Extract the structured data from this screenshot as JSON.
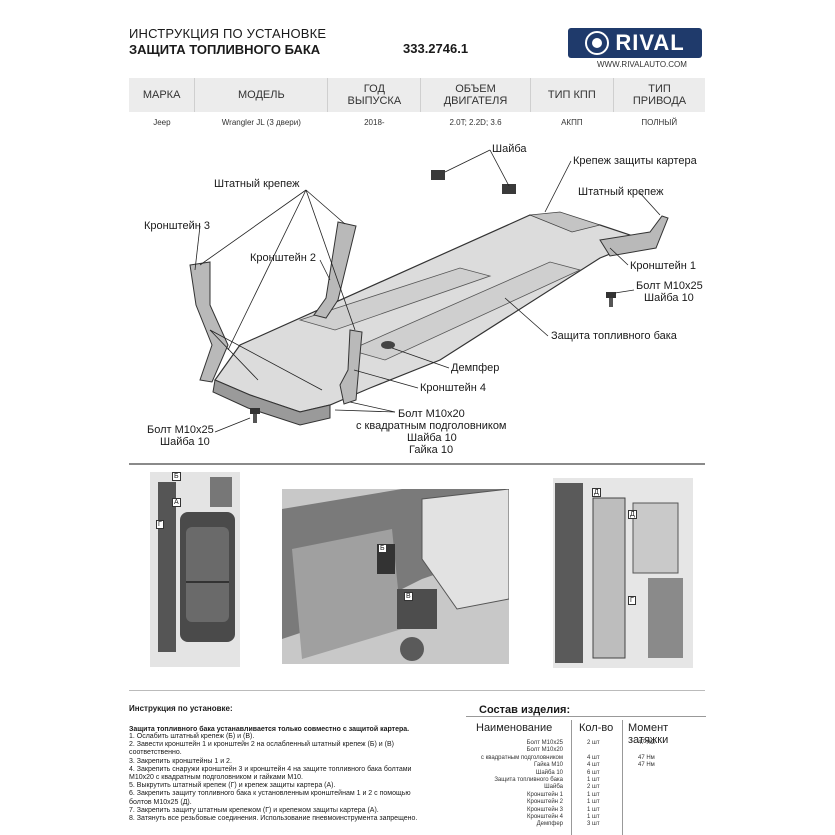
{
  "header": {
    "title_line1": "ИНСТРУКЦИЯ ПО УСТАНОВКЕ",
    "title_line2": "ЗАЩИТА ТОПЛИВНОГО БАКА",
    "article": "333.2746.1",
    "logo_text": "RIVAL",
    "website": "WWW.RIVALAUTO.COM"
  },
  "spec_table": {
    "headers": [
      [
        "МАРКА"
      ],
      [
        "МОДЕЛЬ"
      ],
      [
        "ГОД",
        "ВЫПУСКА"
      ],
      [
        "ОБЪЕМ",
        "ДВИГАТЕЛЯ"
      ],
      [
        "ТИП КПП"
      ],
      [
        "ТИП",
        "ПРИВОДА"
      ]
    ],
    "row": [
      "Jeep",
      "Wrangler JL (3 двери)",
      "2018-",
      "2.0T; 2.2D; 3.6",
      "АКПП",
      "ПОЛНЫЙ"
    ]
  },
  "callouts": {
    "washer": "Шайба",
    "crankcase_mount": "Крепеж защиты картера",
    "std_mount_right": "Штатный крепеж",
    "std_mount_left": "Штатный крепеж",
    "bracket3": "Кронштейн 3",
    "bracket2": "Кронштейн 2",
    "bracket1": "Кронштейн 1",
    "bolt_right_1": "Болт М10х25",
    "bolt_right_2": "Шайба 10",
    "tank_guard": "Защита топливного бака",
    "damper": "Демпфер",
    "bracket4": "Кронштейн 4",
    "bolt_center_1": "Болт М10х20",
    "bolt_center_2": "с квадратным подголовником",
    "bolt_center_3": "Шайба 10",
    "bolt_center_4": "Гайка 10",
    "bolt_left_1": "Болт М10х25",
    "bolt_left_2": "Шайба 10"
  },
  "photo_labels": {
    "left": [
      "Б",
      "А",
      "Г"
    ],
    "middle": [
      "Б",
      "В"
    ],
    "right": [
      "Д",
      "Д",
      "Г"
    ]
  },
  "instructions": {
    "title": "Инструкция по установке:",
    "heading": "Защита топливного бака устанавливается только совместно с защитой картера.",
    "steps": [
      "1. Ослабить штатный крепеж (Б) и (В).",
      "2. Завести кронштейн 1 и кронштейн 2 на ослабленный штатный крепеж (Б) и (В)",
      "соответственно.",
      "3. Закрепить кронштейны 1 и 2.",
      "4. Закрепить снаружи кронштейн 3 и кронштейн 4 на защите топливного бака болтами",
      "М10х20 с квадратным подголовником и гайками М10.",
      "5. Выкрутить штатный крепеж (Г) и крепеж защиты картера (А).",
      "6. Закрепить защиту топливного бака к установленным кронштейнам 1 и 2 с помощью",
      "болтов М10х25 (Д).",
      "7. Закрепить защиту штатным крепежом (Г) и крепежом защиты картера (А).",
      "8. Затянуть все резьбовые соединения. Использование пневмоинструмента запрещено."
    ]
  },
  "parts": {
    "title": "Состав изделия:",
    "col_name": "Наименование",
    "col_qty": "Кол-во",
    "col_torque": "Момент затяжки",
    "rows": [
      {
        "name": "Болт М10х25",
        "qty": "2 шт",
        "torque": "47 Нм"
      },
      {
        "name": "Болт М10х20",
        "qty": "",
        "torque": ""
      },
      {
        "name": "с квадратным подголовником",
        "qty": "4 шт",
        "torque": "47 Нм"
      },
      {
        "name": "Гайка М10",
        "qty": "4 шт",
        "torque": "47 Нм"
      },
      {
        "name": "Шайба 10",
        "qty": "6 шт",
        "torque": ""
      },
      {
        "name": "Защита топливного бака",
        "qty": "1 шт",
        "torque": ""
      },
      {
        "name": "Шайба",
        "qty": "2 шт",
        "torque": ""
      },
      {
        "name": "Кронштейн 1",
        "qty": "1 шт",
        "torque": ""
      },
      {
        "name": "Кронштейн 2",
        "qty": "1 шт",
        "torque": ""
      },
      {
        "name": "Кронштейн 3",
        "qty": "1 шт",
        "torque": ""
      },
      {
        "name": "Кронштейн 4",
        "qty": "1 шт",
        "torque": ""
      },
      {
        "name": "Демпфер",
        "qty": "3 шт",
        "torque": ""
      }
    ]
  }
}
